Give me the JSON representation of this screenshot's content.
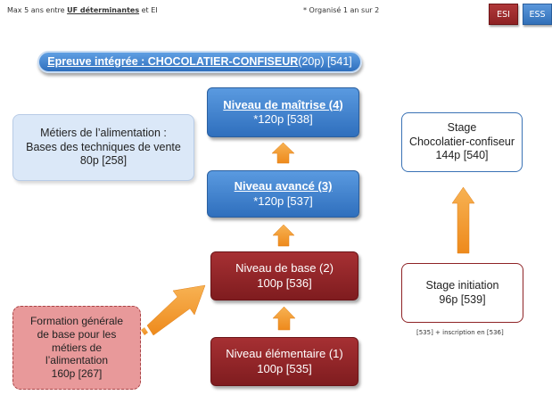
{
  "header": {
    "note_prefix": "Max 5 ans entre ",
    "note_emph": "UF déterminantes",
    "note_suffix": " et EI",
    "biennial_note": "* Organisé 1 an sur 2",
    "esi_label": "ESI",
    "ess_label": "ESS"
  },
  "epreuve": {
    "title": "Epreuve intégrée : CHOCOLATIER-CONFISEUR",
    "detail": " (20p) [541]"
  },
  "levels": {
    "maitrise": {
      "title": "Niveau de maîtrise (4)",
      "detail": "*120p [538]"
    },
    "avance": {
      "title": "Niveau avancé (3)",
      "detail": "*120p [537]"
    },
    "base": {
      "title": "Niveau de base (2)",
      "detail": "100p [536]"
    },
    "elementaire": {
      "title": "Niveau élémentaire (1)",
      "detail": "100p [535]"
    }
  },
  "metiers": {
    "line1": "Métiers de l’alimentation :",
    "line2": "Bases des techniques de vente",
    "line3": "80p [258]"
  },
  "stage_choc": {
    "line1": "Stage",
    "line2": "Chocolatier-confiseur",
    "line3": "144p [540]"
  },
  "stage_init": {
    "line1": "Stage initiation",
    "line2": "96p [539]",
    "note": "[535] + inscription en [536]"
  },
  "formation": {
    "line1": "Formation générale",
    "line2": "de base pour les",
    "line3": "métiers de",
    "line4": "l’alimentation",
    "line5": "160p [267]"
  },
  "colors": {
    "arrow_orange": "#f39a2d",
    "blue": "#2f6fbd",
    "red": "#8e2123"
  }
}
